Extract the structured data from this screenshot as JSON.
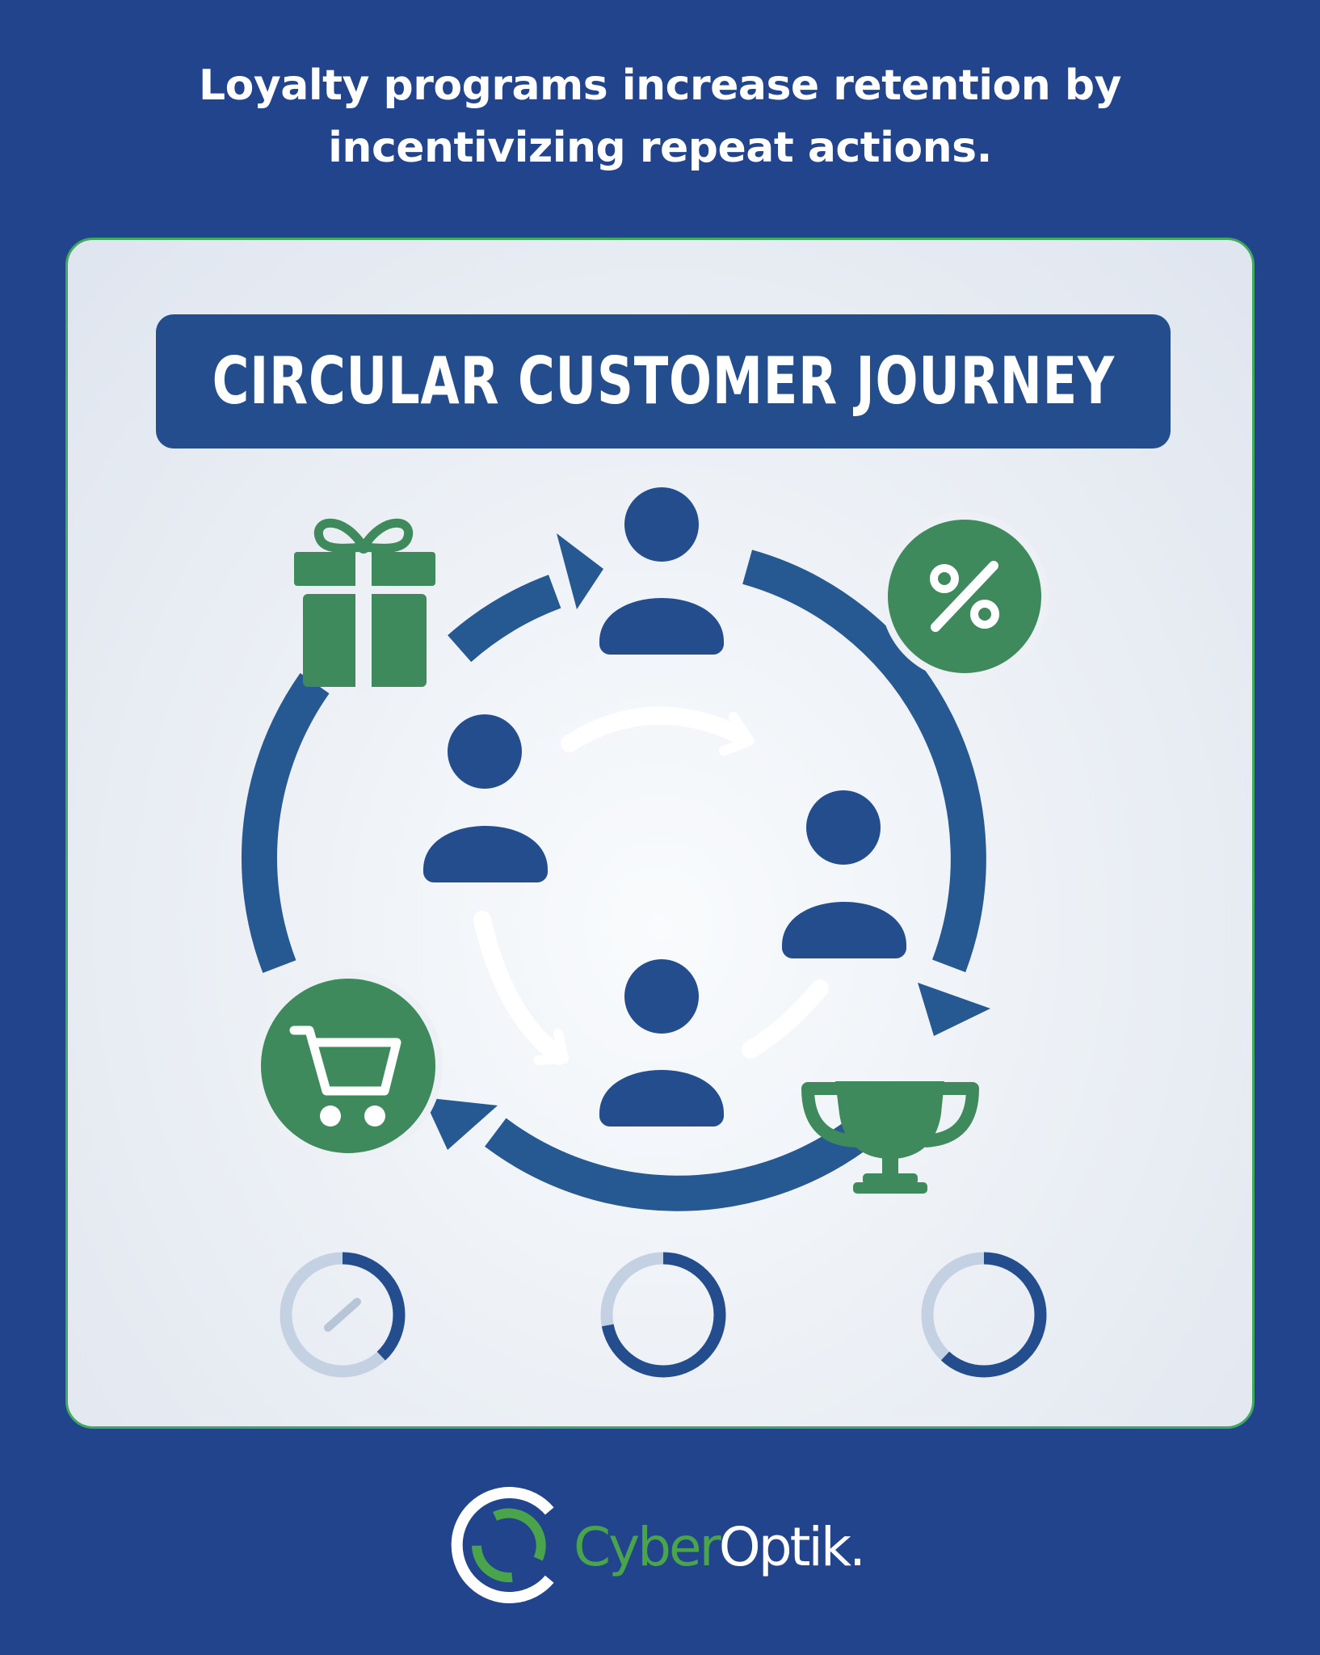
{
  "headline": "Loyalty programs increase retention by incentivizing repeat actions.",
  "diagram": {
    "title": "CIRCULAR CUSTOMER JOURNEY",
    "cycle_icons": [
      "gift-icon",
      "user-icon",
      "percent-icon",
      "trophy-icon",
      "shopping-cart-icon"
    ],
    "inner_icons": [
      "user-icon",
      "user-icon",
      "user-icon"
    ],
    "progress_indicators": [
      {
        "name": "progress-ring-1",
        "fill_fraction": 0.38,
        "center_icon": "slash-icon"
      },
      {
        "name": "progress-ring-2",
        "fill_fraction": 0.72
      },
      {
        "name": "progress-ring-3",
        "fill_fraction": 0.62
      }
    ],
    "percent_symbol": "%"
  },
  "brand": {
    "name_part_1": "Cyber",
    "name_part_2": "Optik."
  },
  "colors": {
    "background": "#21448d",
    "primary_blue": "#234d8d",
    "accent_green": "#3f8a5c",
    "panel_border": "#41a95e",
    "white": "#ffffff"
  }
}
